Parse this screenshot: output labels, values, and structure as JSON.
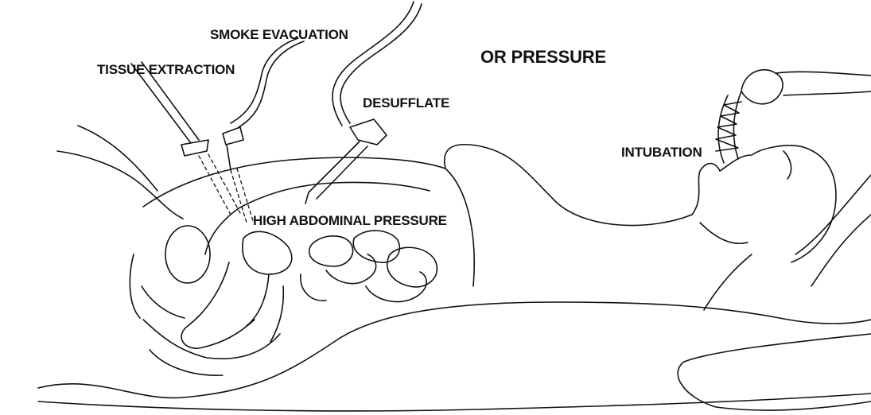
{
  "labels": {
    "smoke_evacuation": "SMOKE EVACUATION",
    "tissue_extraction": "TISSUE EXTRACTION",
    "or_pressure": "OR PRESSURE",
    "desufflate": "DESUFFLATE",
    "intubation": "INTUBATION",
    "high_abdominal_pressure": "HIGH ABDOMINAL PRESSURE"
  },
  "colors": {
    "line": "#111111",
    "background": "#ffffff"
  }
}
